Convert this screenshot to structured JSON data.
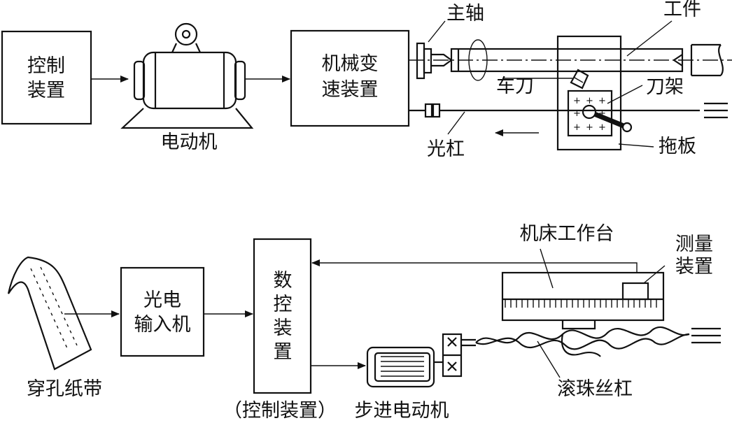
{
  "top": {
    "control_box": [
      "控制",
      "装置"
    ],
    "motor_label": "电动机",
    "gearbox": [
      "机械变",
      "速装置"
    ],
    "spindle_label": "主轴",
    "workpiece_label": "工件",
    "tool_label": "车刀",
    "tool_rest_label": "刀架",
    "feed_rod_label": "光杠",
    "carriage_label": "拖板"
  },
  "bottom": {
    "tape_label": "穿孔纸带",
    "reader_box": [
      "光电",
      "输入机"
    ],
    "nc_box": [
      "数",
      "控",
      "装",
      "置"
    ],
    "nc_caption_left": "（控制装置）",
    "stepper_label": "步进电动机",
    "table_label": "机床工作台",
    "measure_label": [
      "测量",
      "装置"
    ],
    "ballscrew_label": "滚珠丝杠"
  }
}
